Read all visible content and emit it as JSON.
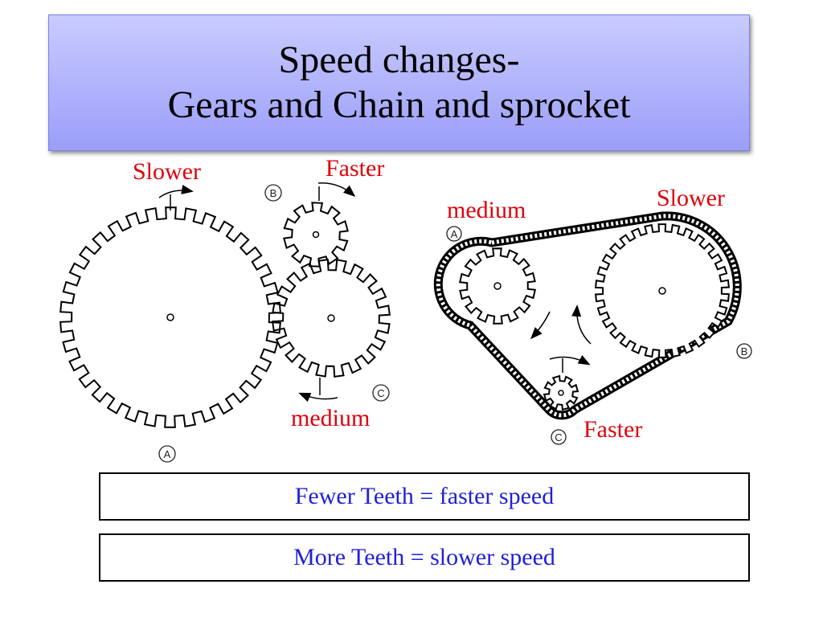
{
  "title": {
    "line1": "Speed changes-",
    "line2": "Gears and Chain and sprocket"
  },
  "gear_diagram": {
    "slower_label": "Slower",
    "faster_label": "Faster",
    "medium_label": "medium",
    "marker_a": "A",
    "marker_b": "B",
    "marker_c": "C"
  },
  "chain_diagram": {
    "medium_label": "medium",
    "slower_label": "Slower",
    "faster_label": "Faster",
    "marker_a": "A",
    "marker_b": "B",
    "marker_c": "C"
  },
  "rules": {
    "fewer": "Fewer Teeth = faster speed",
    "more": "More Teeth = slower speed"
  },
  "colors": {
    "label_red": "#e0000b",
    "rule_blue": "#1f1fd8",
    "title_gradient_top": "#c9cbff",
    "title_gradient_bottom": "#9b9ef8"
  }
}
